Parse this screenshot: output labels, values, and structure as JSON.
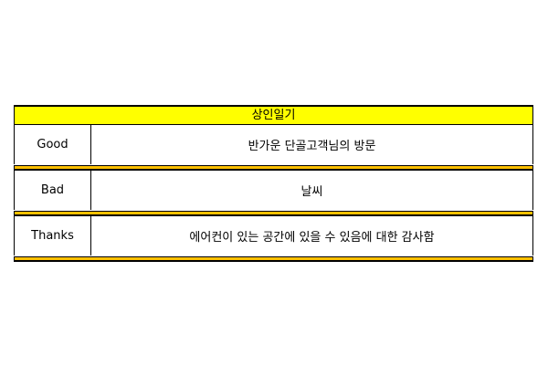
{
  "sheet": {
    "title": "상인일기",
    "rows": [
      {
        "label": "Good",
        "value": "반가운 단골고객님의 방문"
      },
      {
        "label": "Bad",
        "value": "날씨"
      },
      {
        "label": "Thanks",
        "value": "에어컨이 있는 공간에 있을 수 있음에 대한 감사함"
      }
    ]
  },
  "colors": {
    "title_fill": "#ffff00",
    "separator_fill": "#ffc000",
    "border": "#000000",
    "text": "#000000"
  }
}
